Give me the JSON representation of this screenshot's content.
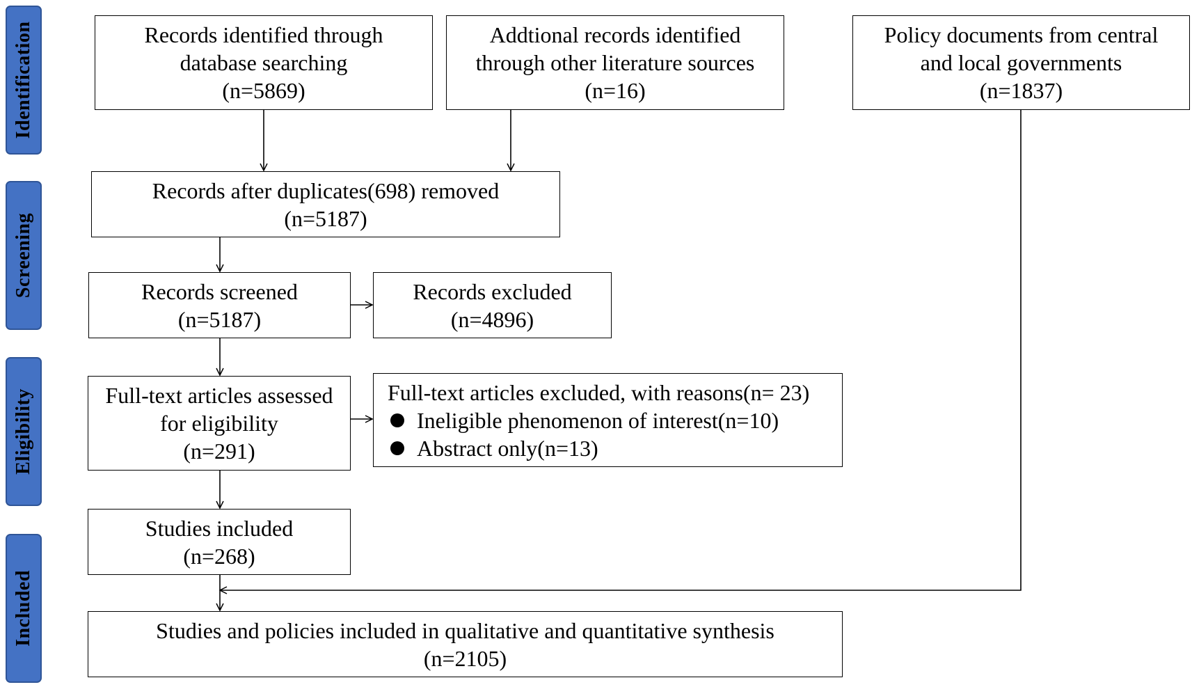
{
  "phases": {
    "identification": "Identification",
    "screening": "Screening",
    "eligibility": "Eligibility",
    "included": "Included"
  },
  "boxes": {
    "database": {
      "line1": "Records identified through",
      "line2": "database searching",
      "count": "(n=5869)"
    },
    "other_sources": {
      "line1": "Addtional records identified",
      "line2": "through other literature sources",
      "count": "(n=16)"
    },
    "policy": {
      "line1": "Policy documents from central",
      "line2": "and local governments",
      "count": "(n=1837)"
    },
    "duplicates_removed": {
      "line1": "Records after duplicates(698) removed",
      "count": "(n=5187)"
    },
    "screened": {
      "line1": "Records screened",
      "count": "(n=5187)"
    },
    "excluded": {
      "line1": "Records excluded",
      "count": "(n=4896)"
    },
    "fulltext_assessed": {
      "line1": "Full-text articles assessed",
      "line2": "for eligibility",
      "count": "(n=291)"
    },
    "fulltext_excluded": {
      "title": "Full-text articles excluded, with reasons(n= 23)",
      "reasons": [
        "Ineligible phenomenon of interest(n=10)",
        "Abstract only(n=13)"
      ]
    },
    "studies_included": {
      "line1": "Studies included",
      "count": "(n=268)"
    },
    "synthesis": {
      "line1": "Studies and policies included in qualitative and quantitative synthesis",
      "count": "(n=2105)"
    }
  }
}
